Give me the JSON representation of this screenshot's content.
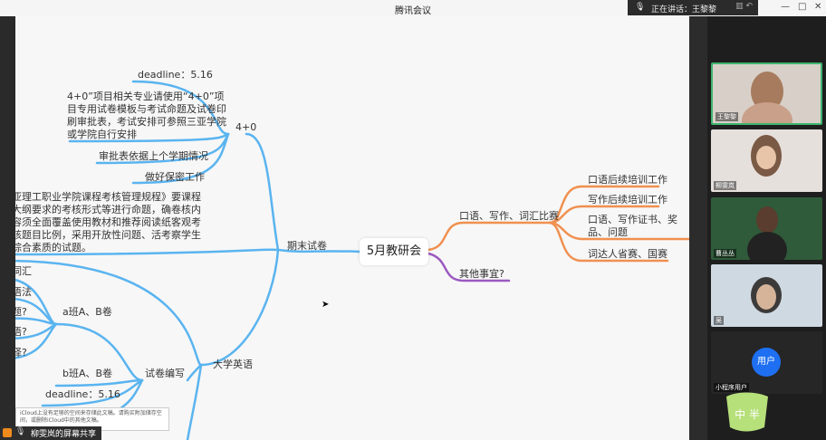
{
  "window": {
    "title": "腾讯会议",
    "speaking_label": "正在讲话：王黎黎",
    "controls": [
      "—",
      "□",
      "✕"
    ]
  },
  "mindmap": {
    "center": "5月教研会",
    "colors": {
      "blue": "#5ab4f0",
      "orange": "#f09050",
      "purple": "#9b59c0"
    },
    "left": {
      "exam": "期末试卷",
      "b40": "4+0",
      "deadline1": "deadline：5.16",
      "b40_note": "4+0”项目相关专业请使用“4+0”项目专用试卷模板与考试命题及试卷印刷审批表，考试安排可参照三亚学院或学院自行安排",
      "approve": "审批表依据上个学期情况",
      "secret": "做好保密工作",
      "rules_note": "亚理工职业学院课程考核管理规程》要课程大纲要求的考核形式等进行命题，确卷核内容须全面覆盖使用教材和推荐阅读纸客观考核题目比例，采用开放性问题、活考察学生综合素质的试题。",
      "college_english": "大学英语",
      "vocab": "词汇",
      "grammar": "语法",
      "q1": "题?",
      "q2": "语?",
      "q3": "译?",
      "classA": "a班A、B卷",
      "classB": "b班A、B卷",
      "compose": "试卷编写",
      "deadline2": "deadline：5.16"
    },
    "right": {
      "oral": "口语、写作、词汇比赛",
      "oral_train": "口语后续培训工作",
      "write_train": "写作后续培训工作",
      "cert": "口语、写作证书、奖品、问题",
      "province": "词达人省赛、国赛",
      "other": "其他事宜?"
    }
  },
  "participants": [
    {
      "name": "王黎黎",
      "bg": "#d8d0c8"
    },
    {
      "name": "柳雯岚",
      "bg": "#e6e0dc"
    },
    {
      "name": "曹丛丛",
      "bg": "#2f5b3a"
    },
    {
      "name": "吴",
      "bg": "#cfd9e2"
    },
    {
      "name": "小程序用户",
      "bg": "#262626",
      "avatar_text": "用户"
    }
  ],
  "icloud_notice": "iCloud上没有足够的空间来存储此文稿。请购买附加储存空间，或删除iCloud中的其他文稿。",
  "share_label": "柳雯岚的屏幕共享",
  "logo_text": "中 半"
}
